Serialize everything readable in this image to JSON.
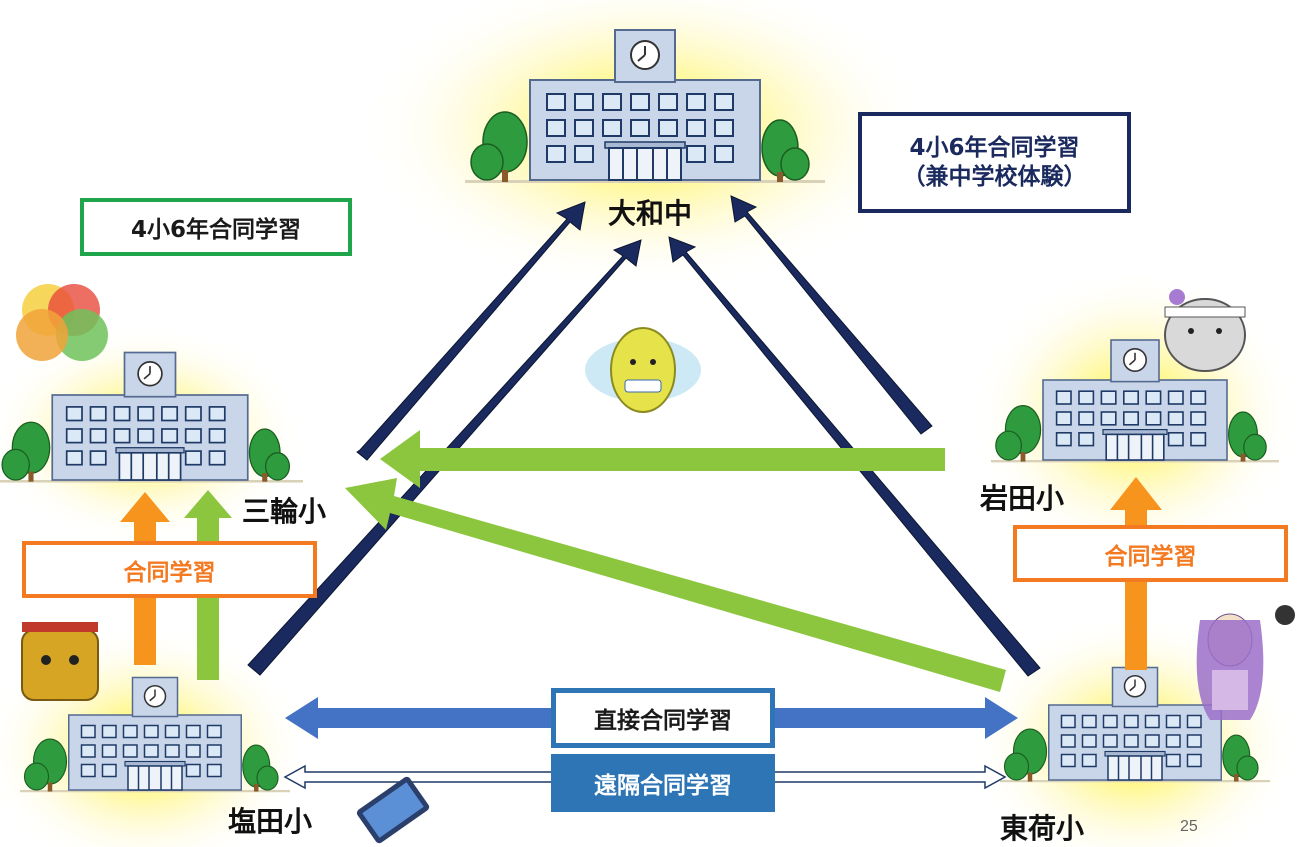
{
  "schools": {
    "yamato": "大和中",
    "miwa": "三輪小",
    "iwata": "岩田小",
    "shiota": "塩田小",
    "toka": "東荷小"
  },
  "labels": {
    "four_school_green": "4小6年合同学習",
    "four_school_navy_line1": "4小6年合同学習",
    "four_school_navy_line2": "（兼中学校体験）",
    "joint_left": "合同学習",
    "joint_right": "合同学習",
    "direct": "直接合同学習",
    "remote": "遠隔合同学習"
  },
  "page_number": "25",
  "icons": [
    "school-building-icon",
    "tree-icon",
    "clock-icon",
    "mascot-icon",
    "tablet-icon"
  ],
  "colors": {
    "navy_arrow": "#1b2a5e",
    "green_arrow": "#8cc63f",
    "orange_arrow": "#f7941d",
    "blue_arrow": "#4472c4",
    "box_green": "#1fa54a",
    "box_orange": "#f47a22",
    "box_blue": "#2e75b6"
  }
}
